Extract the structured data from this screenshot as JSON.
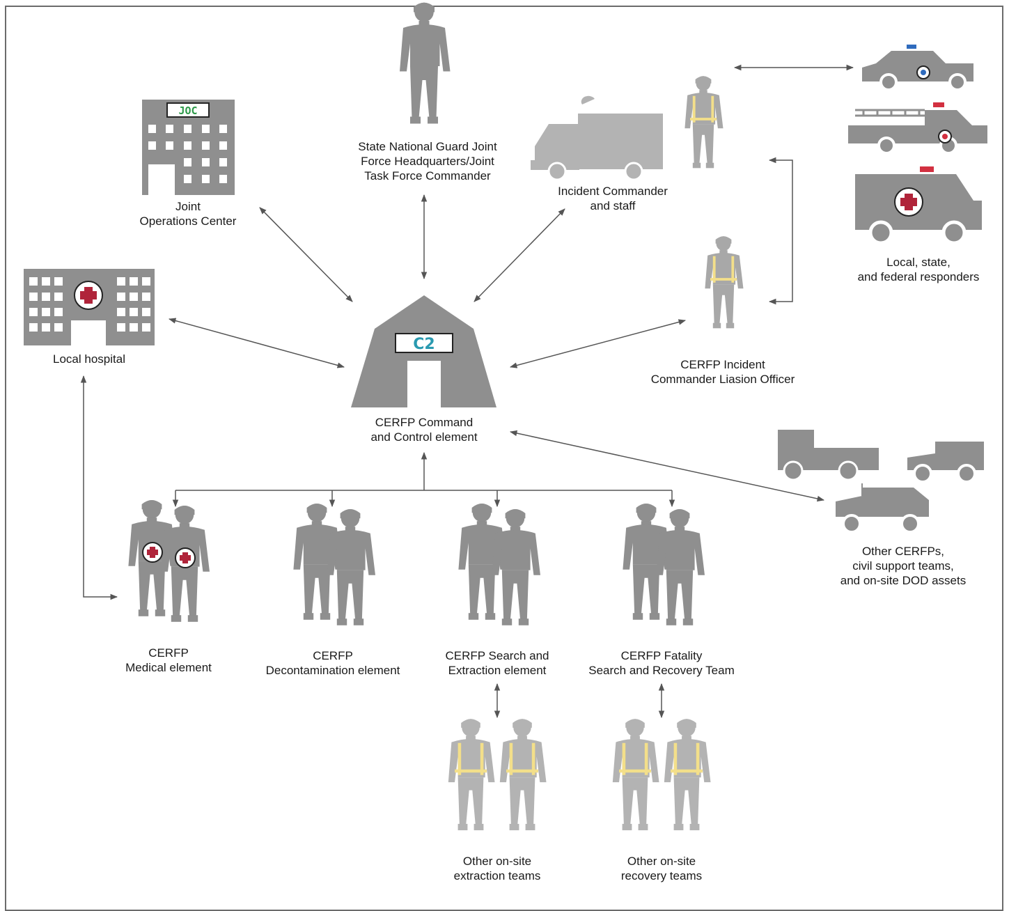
{
  "nodes": {
    "joc": {
      "sign": "JOC",
      "label": [
        "Joint",
        "Operations Center"
      ]
    },
    "state_commander": {
      "label": [
        "State National Guard Joint",
        "Force Headquarters/Joint",
        "Task Force Commander"
      ]
    },
    "incident_commander": {
      "label": [
        "Incident Commander",
        "and staff"
      ]
    },
    "responders": {
      "label": [
        "Local, state,",
        "and federal responders"
      ]
    },
    "hospital": {
      "label": [
        "Local hospital"
      ]
    },
    "c2": {
      "sign": "C2",
      "label": [
        "CERFP Command",
        "and Control element"
      ]
    },
    "liaison": {
      "label": [
        "CERFP Incident",
        "Commander Liasion Officer"
      ]
    },
    "other_cerfps": {
      "label": [
        "Other CERFPs,",
        "civil support teams,",
        "and on-site DOD assets"
      ]
    },
    "medical": {
      "label": [
        "CERFP",
        "Medical element"
      ]
    },
    "decon": {
      "label": [
        "CERFP",
        "Decontamination element"
      ]
    },
    "search_extraction": {
      "label": [
        "CERFP Search and",
        "Extraction element"
      ]
    },
    "fatality": {
      "label": [
        "CERFP Fatality",
        "Search and Recovery Team"
      ]
    },
    "extraction_teams": {
      "label": [
        "Other on-site",
        "extraction teams"
      ]
    },
    "recovery_teams": {
      "label": [
        "Other on-site",
        "recovery teams"
      ]
    }
  },
  "colors": {
    "figure": "#8f8f8f",
    "figure_light": "#b3b3b3",
    "arrow": "#555555",
    "cross": "#b0243a",
    "joc_text": "#2e9a4a",
    "c2_text": "#2a9ab0",
    "vest": "#f3df8a",
    "police_light": "#2f6bbd",
    "siren": "#d23040"
  },
  "icons": [
    "building-icon",
    "soldier-icon",
    "truck-icon",
    "police-car-icon",
    "fire-truck-icon",
    "ambulance-icon",
    "hospital-icon",
    "tent-icon",
    "pickup-icon",
    "jeep-icon",
    "humvee-icon"
  ]
}
